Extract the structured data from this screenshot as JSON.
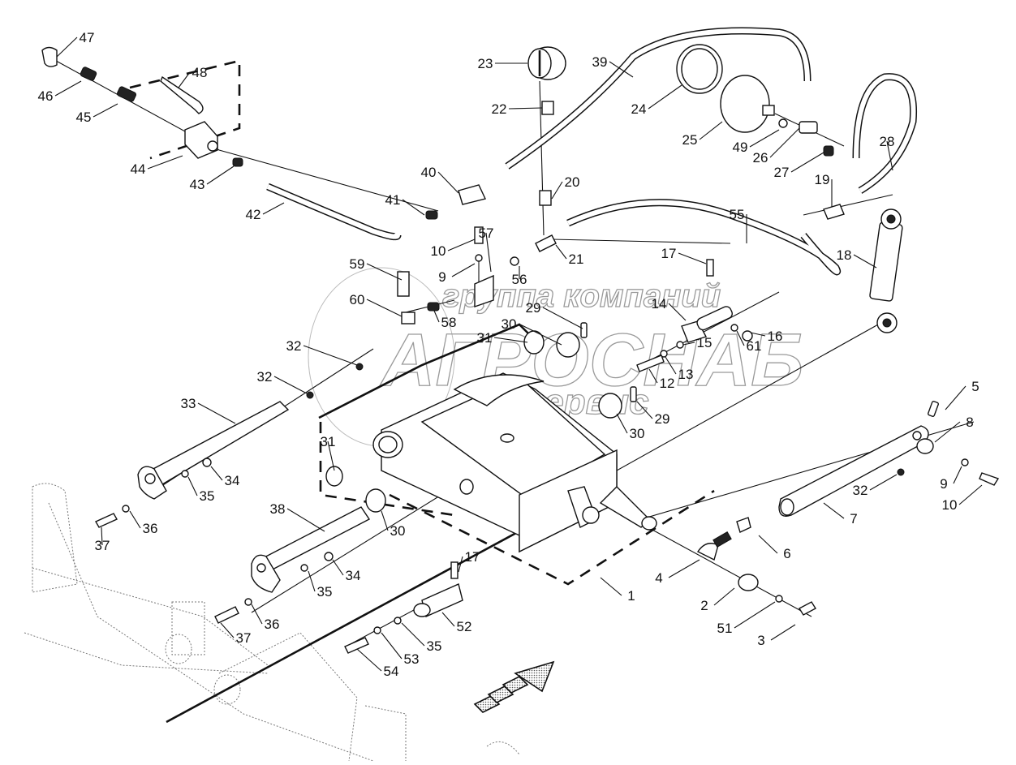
{
  "diagram": {
    "type": "exploded-parts-view",
    "subject": "Front hitch / lift frame with hydraulic accumulator and cylinder",
    "watermark": {
      "line1": "группа компаний",
      "line2": "АГРОСНАБ",
      "line3": "техсервис"
    },
    "direction_arrow": "forward-direction-arrow",
    "callouts": [
      {
        "id": "c1",
        "label": "1"
      },
      {
        "id": "c2",
        "label": "2"
      },
      {
        "id": "c3",
        "label": "3"
      },
      {
        "id": "c4",
        "label": "4"
      },
      {
        "id": "c5",
        "label": "5"
      },
      {
        "id": "c6",
        "label": "6"
      },
      {
        "id": "c7",
        "label": "7"
      },
      {
        "id": "c8",
        "label": "8"
      },
      {
        "id": "c9a",
        "label": "9"
      },
      {
        "id": "c9b",
        "label": "9"
      },
      {
        "id": "c10a",
        "label": "10"
      },
      {
        "id": "c10b",
        "label": "10"
      },
      {
        "id": "c12",
        "label": "12"
      },
      {
        "id": "c13",
        "label": "13"
      },
      {
        "id": "c14",
        "label": "14"
      },
      {
        "id": "c15",
        "label": "15"
      },
      {
        "id": "c16",
        "label": "16"
      },
      {
        "id": "c17a",
        "label": "17"
      },
      {
        "id": "c17b",
        "label": "17"
      },
      {
        "id": "c18",
        "label": "18"
      },
      {
        "id": "c19",
        "label": "19"
      },
      {
        "id": "c20",
        "label": "20"
      },
      {
        "id": "c21",
        "label": "21"
      },
      {
        "id": "c22",
        "label": "22"
      },
      {
        "id": "c23",
        "label": "23"
      },
      {
        "id": "c24",
        "label": "24"
      },
      {
        "id": "c25",
        "label": "25"
      },
      {
        "id": "c26",
        "label": "26"
      },
      {
        "id": "c27",
        "label": "27"
      },
      {
        "id": "c28",
        "label": "28"
      },
      {
        "id": "c29a",
        "label": "29"
      },
      {
        "id": "c29b",
        "label": "29"
      },
      {
        "id": "c30a",
        "label": "30"
      },
      {
        "id": "c30b",
        "label": "30"
      },
      {
        "id": "c30c",
        "label": "30"
      },
      {
        "id": "c31a",
        "label": "31"
      },
      {
        "id": "c31b",
        "label": "31"
      },
      {
        "id": "c32a",
        "label": "32"
      },
      {
        "id": "c32b",
        "label": "32"
      },
      {
        "id": "c32c",
        "label": "32"
      },
      {
        "id": "c33",
        "label": "33"
      },
      {
        "id": "c34a",
        "label": "34"
      },
      {
        "id": "c34b",
        "label": "34"
      },
      {
        "id": "c35a",
        "label": "35"
      },
      {
        "id": "c35b",
        "label": "35"
      },
      {
        "id": "c35c",
        "label": "35"
      },
      {
        "id": "c36a",
        "label": "36"
      },
      {
        "id": "c36b",
        "label": "36"
      },
      {
        "id": "c37a",
        "label": "37"
      },
      {
        "id": "c37b",
        "label": "37"
      },
      {
        "id": "c38",
        "label": "38"
      },
      {
        "id": "c39",
        "label": "39"
      },
      {
        "id": "c40",
        "label": "40"
      },
      {
        "id": "c41",
        "label": "41"
      },
      {
        "id": "c42",
        "label": "42"
      },
      {
        "id": "c43",
        "label": "43"
      },
      {
        "id": "c44",
        "label": "44"
      },
      {
        "id": "c45",
        "label": "45"
      },
      {
        "id": "c46",
        "label": "46"
      },
      {
        "id": "c47",
        "label": "47"
      },
      {
        "id": "c48",
        "label": "48"
      },
      {
        "id": "c49",
        "label": "49"
      },
      {
        "id": "c51",
        "label": "51"
      },
      {
        "id": "c52",
        "label": "52"
      },
      {
        "id": "c53",
        "label": "53"
      },
      {
        "id": "c54",
        "label": "54"
      },
      {
        "id": "c55",
        "label": "55"
      },
      {
        "id": "c56",
        "label": "56"
      },
      {
        "id": "c57",
        "label": "57"
      },
      {
        "id": "c58",
        "label": "58"
      },
      {
        "id": "c59",
        "label": "59"
      },
      {
        "id": "c60",
        "label": "60"
      },
      {
        "id": "c61",
        "label": "61"
      }
    ]
  }
}
